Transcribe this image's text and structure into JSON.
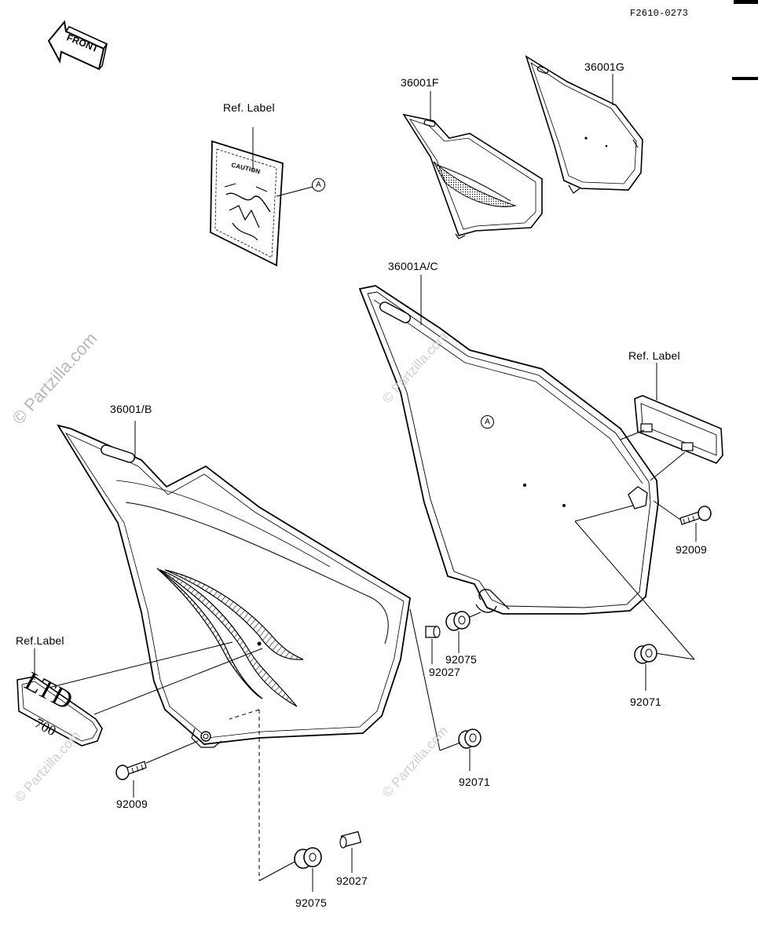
{
  "diagram": {
    "figure_code": "F2610-0273",
    "front_arrow_text": "FRONT",
    "watermark": "© Partzilla.com",
    "ref_marker": "A",
    "caution_label_text": "CAUTION",
    "emblem_text": "LTD",
    "emblem_number": "700",
    "labels": {
      "ref_label_top": "Ref. Label",
      "ref_label_right": "Ref. Label",
      "ref_label_left": "Ref.Label",
      "part_36001F": "36001F",
      "part_36001G": "36001G",
      "part_36001AC": "36001A/C",
      "part_36001B": "36001/B",
      "part_92009_right": "92009",
      "part_92009_left": "92009",
      "part_92075_mid": "92075",
      "part_92027_mid": "92027",
      "part_92071_right": "92071",
      "part_92071_mid": "92071",
      "part_92075_bottom": "92075",
      "part_92027_bottom": "92027"
    }
  }
}
